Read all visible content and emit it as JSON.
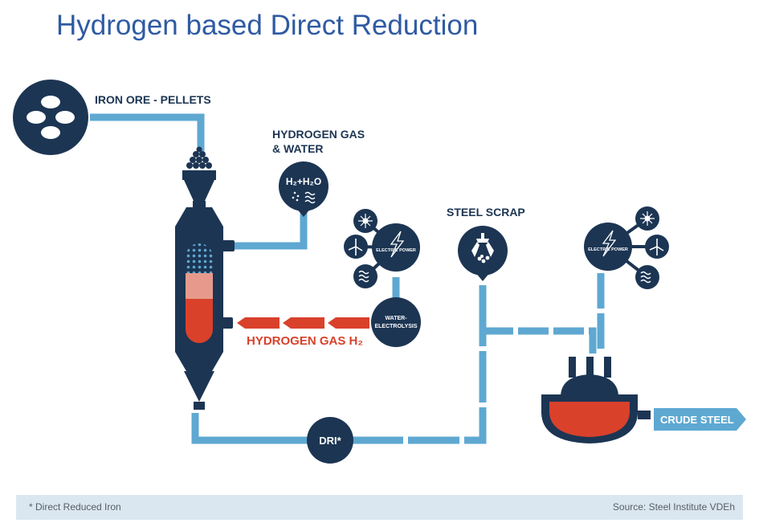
{
  "title": "Hydrogen based Direct Reduction",
  "labels": {
    "iron_ore": "IRON ORE - PELLETS",
    "hydrogen_gas_water_line1": "HYDROGEN GAS",
    "hydrogen_gas_water_line2": "& WATER",
    "h2_h2o_formula": "H₂+H₂O",
    "steel_scrap": "STEEL SCRAP",
    "electric_power_1": "ELECTRIC POWER",
    "electric_power_2": "ELECTRIC POWER",
    "water_electrolysis_line1": "WATER-",
    "water_electrolysis_line2": "ELECTROLYSIS",
    "hydrogen_gas_h2": "HYDROGEN GAS H₂",
    "dri": "DRI*",
    "crude_steel": "CRUDE STEEL"
  },
  "footer": {
    "footnote": "* Direct Reduced Iron",
    "source": "Source: Steel Institute VDEh"
  },
  "colors": {
    "navy": "#1c3553",
    "pipe_blue": "#5ea8d2",
    "hydrogen_red": "#d9412b",
    "title_blue": "#2f5aa3",
    "footer_bg": "#dbe7f0"
  }
}
